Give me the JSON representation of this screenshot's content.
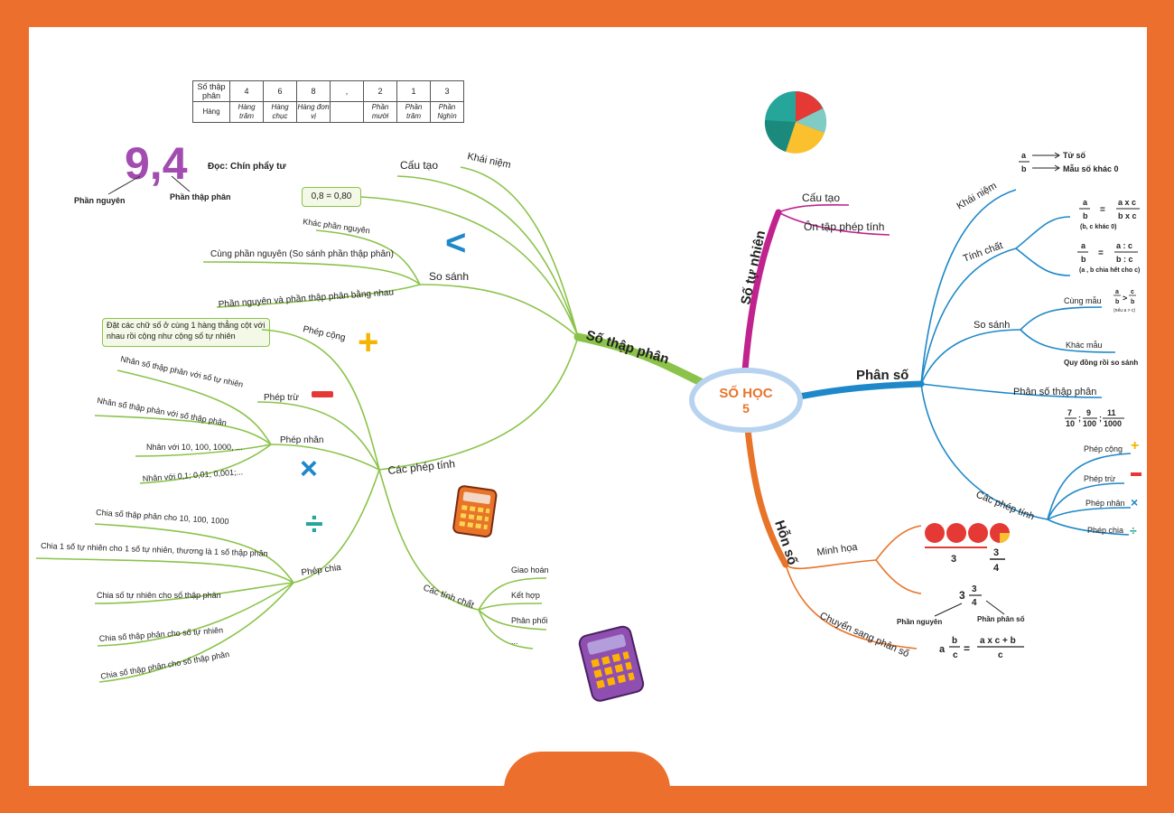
{
  "colors": {
    "frame": "#ec6f2d",
    "green": "#8bc34a",
    "magenta": "#c0238e",
    "blue": "#1e88c8",
    "orange": "#e8742a"
  },
  "center": {
    "line1": "SỐ HỌC",
    "line2": "5"
  },
  "place_table": {
    "rows": [
      [
        "Số thập phân",
        "4",
        "6",
        "8",
        ",",
        "2",
        "1",
        "3"
      ],
      [
        "Hàng",
        "Hàng trăm",
        "Hàng chục",
        "Hàng đơn vị",
        "",
        "Phần mười",
        "Phần trăm",
        "Phần Nghìn"
      ]
    ]
  },
  "reading": {
    "number": "9,4",
    "read": "Đọc: Chín phẩy tư",
    "integer_part": "Phần nguyên",
    "decimal_part": "Phần thập phân"
  },
  "decimal": {
    "title": "Số thập phân",
    "khai_niem": "Khái niệm",
    "cau_tao": "Cấu tạo",
    "equal_example": "0,8 = 0,80",
    "so_sanh": {
      "label": "So sánh",
      "items": [
        "Khác phần nguyên",
        "Cùng phần nguyên (So sánh phần thập phân)",
        "Phần nguyên và phần thập phân bằng nhau"
      ]
    },
    "cac_phep_tinh": {
      "label": "Các phép tính",
      "add": {
        "label": "Phép cộng",
        "note": "Đặt các chữ số ở cùng 1 hàng thẳng cột với nhau rồi cộng như cộng số tự nhiên"
      },
      "sub": {
        "label": "Phép trừ"
      },
      "mul": {
        "label": "Phép nhân",
        "items": [
          "Nhân số thập phân với số tự nhiên",
          "Nhân số thập phân với số thập phân",
          "Nhân với 10, 100, 1000, ...",
          "Nhân với 0,1; 0,01; 0,001;..."
        ]
      },
      "div": {
        "label": "Phép chia",
        "items": [
          "Chia số thập phân cho 10, 100, 1000",
          "Chia 1 số tự nhiên cho 1 số tự nhiên, thương là 1 số thập phân",
          "Chia số tự nhiên cho số thập phân",
          "Chia số thập phân cho số tự nhiên",
          "Chia số thập phân cho số thập phân"
        ]
      },
      "props": {
        "label": "Các tính chất",
        "items": [
          "Giao hoán",
          "Kết hợp",
          "Phân phối",
          "..."
        ]
      }
    }
  },
  "natural": {
    "title": "Số tự nhiên",
    "items": [
      "Cấu tạo",
      "Ôn tập phép tính"
    ]
  },
  "fraction": {
    "title": "Phân số",
    "khai_niem": "Khái niệm",
    "numerator": "Tử số",
    "denominator": "Mẫu số khác 0",
    "tinh_chat": "Tính chất",
    "rule1_cond": "(b, c khác 0)",
    "rule2_cond": "(a , b chia hết cho c)",
    "so_sanh": "So sánh",
    "cung_mau": "Cùng mẫu",
    "cung_mau_cond": "(nếu a > c)",
    "khac_mau": "Khác mẫu",
    "khac_mau_rule": "Quy đồng rồi so sánh",
    "decimal_fraction": "Phân số thập phân",
    "decimal_fraction_examples": [
      "7/10",
      "9/100",
      "11/1000"
    ],
    "ops": {
      "label": "Các phép tính",
      "items": [
        "Phép cộng",
        "Phép trừ",
        "Phép nhân",
        "Phép chia"
      ]
    }
  },
  "mixed": {
    "title": "Hỗn số",
    "minh_hoa": "Minh họa",
    "whole": "3",
    "frac_num": "3",
    "frac_den": "4",
    "integer_part": "Phần nguyên",
    "fraction_part": "Phần phân số",
    "convert": "Chuyển sang phân số",
    "formula_num": "a x c + b",
    "formula_den": "c"
  },
  "symbols": {
    "plus": "+",
    "minus": "-",
    "times": "×",
    "divide": "÷",
    "less": "<"
  }
}
